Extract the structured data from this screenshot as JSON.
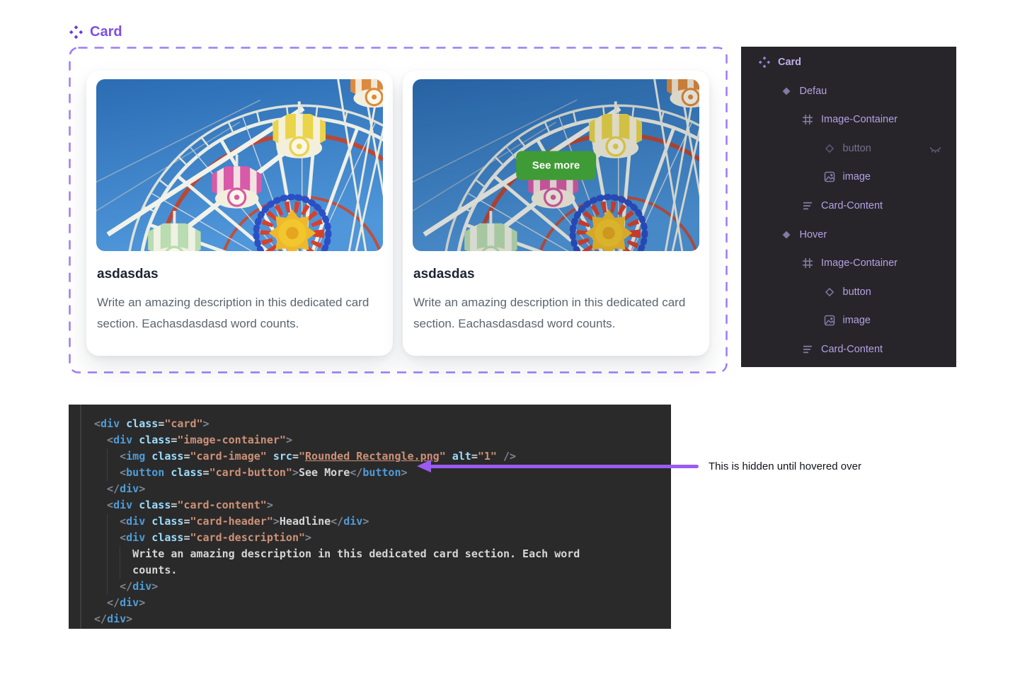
{
  "component": {
    "title": "Card"
  },
  "cards": [
    {
      "variant": "Defau",
      "headline": "asdasdas",
      "description": "Write an amazing description in this dedicated card section. Eachasdasdasd word counts.",
      "image": "ferris-wheel-photo",
      "hover": false
    },
    {
      "variant": "Hover",
      "headline": "asdasdas",
      "description": "Write an amazing description in this dedicated card section. Eachasdasdasd word counts.",
      "image": "ferris-wheel-photo",
      "hover": true,
      "button_label": "See more"
    }
  ],
  "layers_panel": {
    "items": [
      {
        "label": "Card",
        "icon": "component-icon",
        "indent": 0,
        "bold": true
      },
      {
        "label": "Defau",
        "icon": "variant-diamond-icon",
        "indent": 1
      },
      {
        "label": "Image-Container",
        "icon": "frame-icon",
        "indent": 2
      },
      {
        "label": "button",
        "icon": "diamond-outline-icon",
        "indent": 3,
        "dimmed": true,
        "hidden_eye": true
      },
      {
        "label": "image",
        "icon": "image-icon",
        "indent": 3
      },
      {
        "label": "Card-Content",
        "icon": "text-lines-icon",
        "indent": 2
      },
      {
        "label": "Hover",
        "icon": "variant-diamond-icon",
        "indent": 1
      },
      {
        "label": "Image-Container",
        "icon": "frame-icon",
        "indent": 2
      },
      {
        "label": "button",
        "icon": "diamond-outline-icon",
        "indent": 3
      },
      {
        "label": "image",
        "icon": "image-icon",
        "indent": 3
      },
      {
        "label": "Card-Content",
        "icon": "text-lines-icon",
        "indent": 2
      }
    ]
  },
  "code_block": {
    "lines": [
      [
        [
          "pb",
          "<"
        ],
        [
          "tg",
          "div"
        ],
        [
          "tx",
          " "
        ],
        [
          "at",
          "class"
        ],
        [
          "eq",
          "="
        ],
        [
          "st",
          "\"card\""
        ],
        [
          "pb",
          ">"
        ]
      ],
      [
        [
          "pb",
          "  <"
        ],
        [
          "tg",
          "div"
        ],
        [
          "tx",
          " "
        ],
        [
          "at",
          "class"
        ],
        [
          "eq",
          "="
        ],
        [
          "st",
          "\"image-container\""
        ],
        [
          "pb",
          ">"
        ]
      ],
      [
        [
          "pb",
          "    <"
        ],
        [
          "tg",
          "img"
        ],
        [
          "tx",
          " "
        ],
        [
          "at",
          "class"
        ],
        [
          "eq",
          "="
        ],
        [
          "st",
          "\"card-image\""
        ],
        [
          "tx",
          " "
        ],
        [
          "at",
          "src"
        ],
        [
          "eq",
          "="
        ],
        [
          "st",
          "\""
        ],
        [
          "lk",
          "Rounded Rectangle.png"
        ],
        [
          "st",
          "\""
        ],
        [
          "tx",
          " "
        ],
        [
          "at",
          "alt"
        ],
        [
          "eq",
          "="
        ],
        [
          "st",
          "\"1\""
        ],
        [
          "pb",
          " />"
        ]
      ],
      [
        [
          "pb",
          "    <"
        ],
        [
          "tg",
          "button"
        ],
        [
          "tx",
          " "
        ],
        [
          "at",
          "class"
        ],
        [
          "eq",
          "="
        ],
        [
          "st",
          "\"card-button\""
        ],
        [
          "pb",
          ">"
        ],
        [
          "tx",
          "See More"
        ],
        [
          "pb",
          "</"
        ],
        [
          "tg",
          "button"
        ],
        [
          "pb",
          ">"
        ]
      ],
      [
        [
          "pb",
          "  </"
        ],
        [
          "tg",
          "div"
        ],
        [
          "pb",
          ">"
        ]
      ],
      [
        [
          "pb",
          "  <"
        ],
        [
          "tg",
          "div"
        ],
        [
          "tx",
          " "
        ],
        [
          "at",
          "class"
        ],
        [
          "eq",
          "="
        ],
        [
          "st",
          "\"card-content\""
        ],
        [
          "pb",
          ">"
        ]
      ],
      [
        [
          "pb",
          "    <"
        ],
        [
          "tg",
          "div"
        ],
        [
          "tx",
          " "
        ],
        [
          "at",
          "class"
        ],
        [
          "eq",
          "="
        ],
        [
          "st",
          "\"card-header\""
        ],
        [
          "pb",
          ">"
        ],
        [
          "tx",
          "Headline"
        ],
        [
          "pb",
          "</"
        ],
        [
          "tg",
          "div"
        ],
        [
          "pb",
          ">"
        ]
      ],
      [
        [
          "pb",
          "    <"
        ],
        [
          "tg",
          "div"
        ],
        [
          "tx",
          " "
        ],
        [
          "at",
          "class"
        ],
        [
          "eq",
          "="
        ],
        [
          "st",
          "\"card-description\""
        ],
        [
          "pb",
          ">"
        ]
      ],
      [
        [
          "tx",
          "      Write an amazing description in this dedicated card section. Each word"
        ]
      ],
      [
        [
          "tx",
          "      counts."
        ]
      ],
      [
        [
          "pb",
          "    </"
        ],
        [
          "tg",
          "div"
        ],
        [
          "pb",
          ">"
        ]
      ],
      [
        [
          "pb",
          "  </"
        ],
        [
          "tg",
          "div"
        ],
        [
          "pb",
          ">"
        ]
      ],
      [
        [
          "pb",
          "</"
        ],
        [
          "tg",
          "div"
        ],
        [
          "pb",
          ">"
        ]
      ]
    ]
  },
  "annotation": {
    "text": "This is hidden until hovered over"
  },
  "colors": {
    "accent_purple": "#7c4fe8",
    "accent_purple_deep": "#6a39dd",
    "dashed_border": "#9d7bf8",
    "arrow_purple": "#9c5bf0",
    "button_green": "#3f9b35",
    "panel_bg": "#272529",
    "panel_text": "#b3a2e4",
    "panel_text_dim": "#757091",
    "code_bg": "#2a2a2a",
    "headline": "#1c2433",
    "description": "#5b6570"
  }
}
